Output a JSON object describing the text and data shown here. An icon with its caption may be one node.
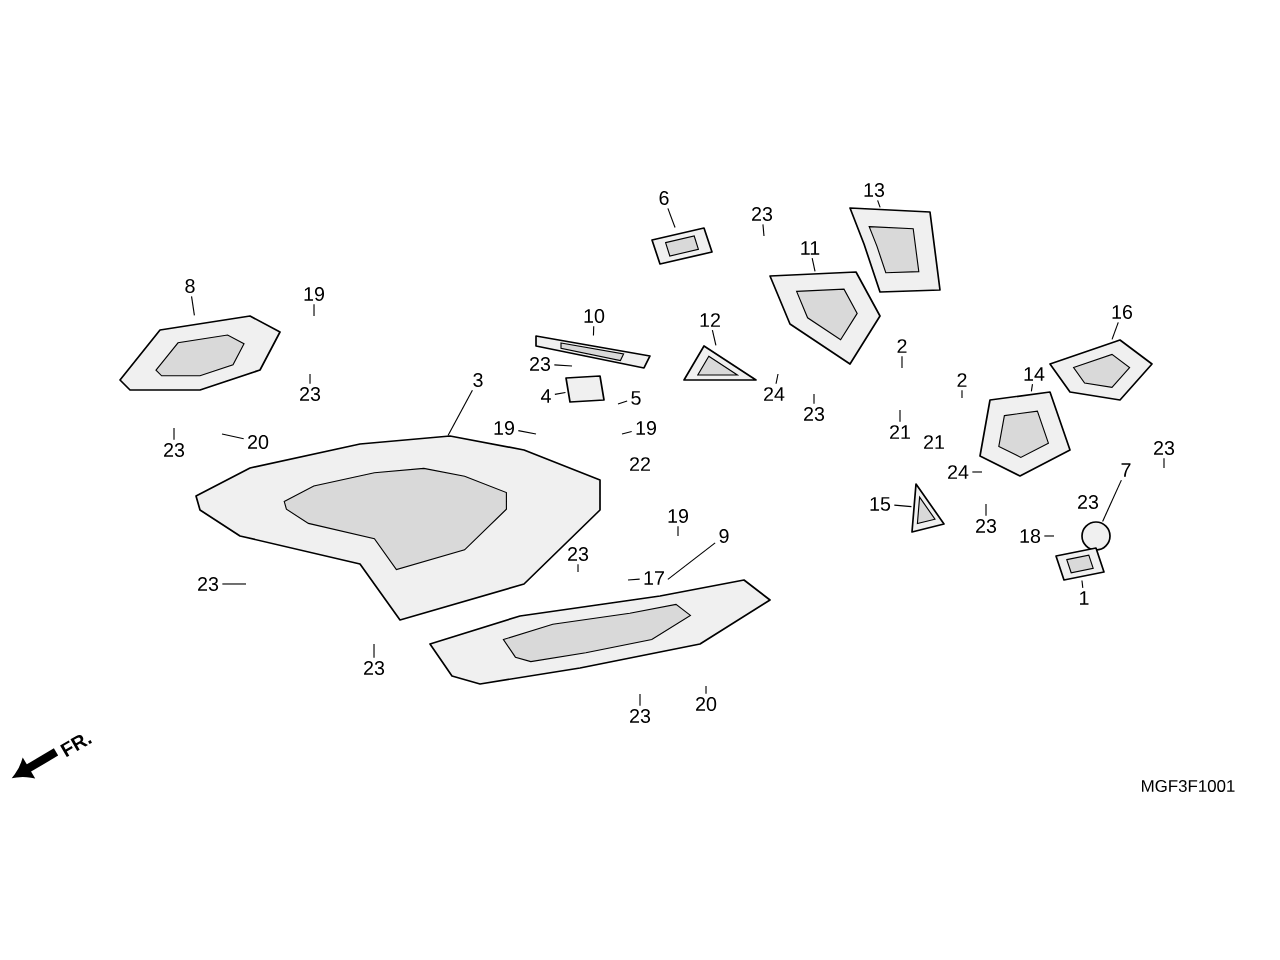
{
  "diagram": {
    "nodes": [
      {
        "text": [
          "8"
        ]
      },
      {
        "text": [
          "19"
        ]
      },
      {
        "text": [
          "23"
        ]
      },
      {
        "text": [
          "23"
        ]
      },
      {
        "text": [
          "20"
        ]
      },
      {
        "text": [
          "23"
        ]
      },
      {
        "text": [
          "3"
        ]
      },
      {
        "text": [
          "6"
        ]
      },
      {
        "text": [
          "23"
        ]
      },
      {
        "text": [
          "10"
        ]
      },
      {
        "text": [
          "23"
        ]
      },
      {
        "text": [
          "4"
        ]
      },
      {
        "text": [
          "5"
        ]
      },
      {
        "text": [
          "19"
        ]
      },
      {
        "text": [
          "19"
        ]
      },
      {
        "text": [
          "19"
        ]
      },
      {
        "text": [
          "9"
        ]
      },
      {
        "text": [
          "23"
        ]
      },
      {
        "text": [
          "17"
        ]
      },
      {
        "text": [
          "23"
        ]
      },
      {
        "text": [
          "23"
        ]
      },
      {
        "text": [
          "20"
        ]
      },
      {
        "text": [
          "13"
        ]
      },
      {
        "text": [
          "11"
        ]
      },
      {
        "text": [
          "12"
        ]
      },
      {
        "text": [
          "24"
        ]
      },
      {
        "text": [
          "23"
        ]
      },
      {
        "text": [
          "2"
        ]
      },
      {
        "text": [
          "21"
        ]
      },
      {
        "text": [
          "2"
        ]
      },
      {
        "text": [
          "14"
        ]
      },
      {
        "text": [
          "16"
        ]
      },
      {
        "text": [
          "24"
        ]
      },
      {
        "text": [
          "23"
        ]
      },
      {
        "text": [
          "15"
        ]
      },
      {
        "text": [
          "23"
        ]
      },
      {
        "text": [
          "7"
        ]
      },
      {
        "text": [
          "18"
        ]
      },
      {
        "text": [
          "1"
        ]
      },
      {
        "text": [],
        "shape": "picture"
      },
      {
        "text": [],
        "shape": "picture"
      },
      {
        "text": [],
        "shape": "picture"
      },
      {
        "text": [],
        "shape": "picture"
      },
      {
        "text": [],
        "shape": "picture"
      },
      {
        "text": [],
        "shape": "picture"
      },
      {
        "text": [],
        "shape": "picture"
      },
      {
        "text": [],
        "shape": "picture"
      },
      {
        "text": [],
        "shape": "picture"
      },
      {
        "text": [],
        "shape": "picture"
      },
      {
        "text": [],
        "shape": "picture"
      },
      {
        "text": [],
        "shape": "box"
      },
      {
        "text": [],
        "shape": "circle"
      },
      {
        "text": [],
        "shape": "picture"
      }
    ],
    "edges": [
      {
        "from": 0,
        "to": 39,
        "arrow": "none"
      },
      {
        "from": 1,
        "to": null,
        "arrow": "none"
      },
      {
        "from": 2,
        "to": null,
        "arrow": "none"
      },
      {
        "from": 3,
        "to": null,
        "arrow": "none"
      },
      {
        "from": 4,
        "to": null,
        "arrow": "none"
      },
      {
        "from": 5,
        "to": null,
        "arrow": "none"
      },
      {
        "from": 6,
        "to": 40,
        "arrow": "none"
      },
      {
        "from": 7,
        "to": 43,
        "arrow": "none"
      },
      {
        "from": 8,
        "to": null,
        "arrow": "none"
      },
      {
        "from": 9,
        "to": 42,
        "arrow": "none"
      },
      {
        "from": 10,
        "to": null,
        "arrow": "none"
      },
      {
        "from": 11,
        "to": 50,
        "arrow": "none"
      },
      {
        "from": 12,
        "to": null,
        "arrow": "none"
      },
      {
        "from": 13,
        "to": null,
        "arrow": "none"
      },
      {
        "from": 14,
        "to": null,
        "arrow": "none"
      },
      {
        "from": 15,
        "to": null,
        "arrow": "none"
      },
      {
        "from": 16,
        "to": 41,
        "arrow": "none"
      },
      {
        "from": 17,
        "to": null,
        "arrow": "none"
      },
      {
        "from": 18,
        "to": null,
        "arrow": "none"
      },
      {
        "from": 19,
        "to": null,
        "arrow": "none"
      },
      {
        "from": 20,
        "to": null,
        "arrow": "none"
      },
      {
        "from": 21,
        "to": null,
        "arrow": "none"
      },
      {
        "from": 22,
        "to": 45,
        "arrow": "none"
      },
      {
        "from": 23,
        "to": 44,
        "arrow": "none"
      },
      {
        "from": 24,
        "to": 46,
        "arrow": "none"
      },
      {
        "from": 25,
        "to": null,
        "arrow": "none"
      },
      {
        "from": 26,
        "to": null,
        "arrow": "none"
      },
      {
        "from": 27,
        "to": null,
        "arrow": "none"
      },
      {
        "from": 28,
        "to": null,
        "arrow": "none"
      },
      {
        "from": 29,
        "to": null,
        "arrow": "none"
      },
      {
        "from": 30,
        "to": 47,
        "arrow": "none"
      },
      {
        "from": 31,
        "to": 48,
        "arrow": "none"
      },
      {
        "from": 32,
        "to": null,
        "arrow": "none"
      },
      {
        "from": 33,
        "to": null,
        "arrow": "none"
      },
      {
        "from": 34,
        "to": 49,
        "arrow": "none"
      },
      {
        "from": 35,
        "to": null,
        "arrow": "none"
      },
      {
        "from": 36,
        "to": 51,
        "arrow": "none"
      },
      {
        "from": 37,
        "to": null,
        "arrow": "none"
      },
      {
        "from": 38,
        "to": 52,
        "arrow": "none"
      }
    ],
    "labels": [
      "22",
      "21",
      "23",
      "FR.",
      "MGF3F1001"
    ]
  }
}
